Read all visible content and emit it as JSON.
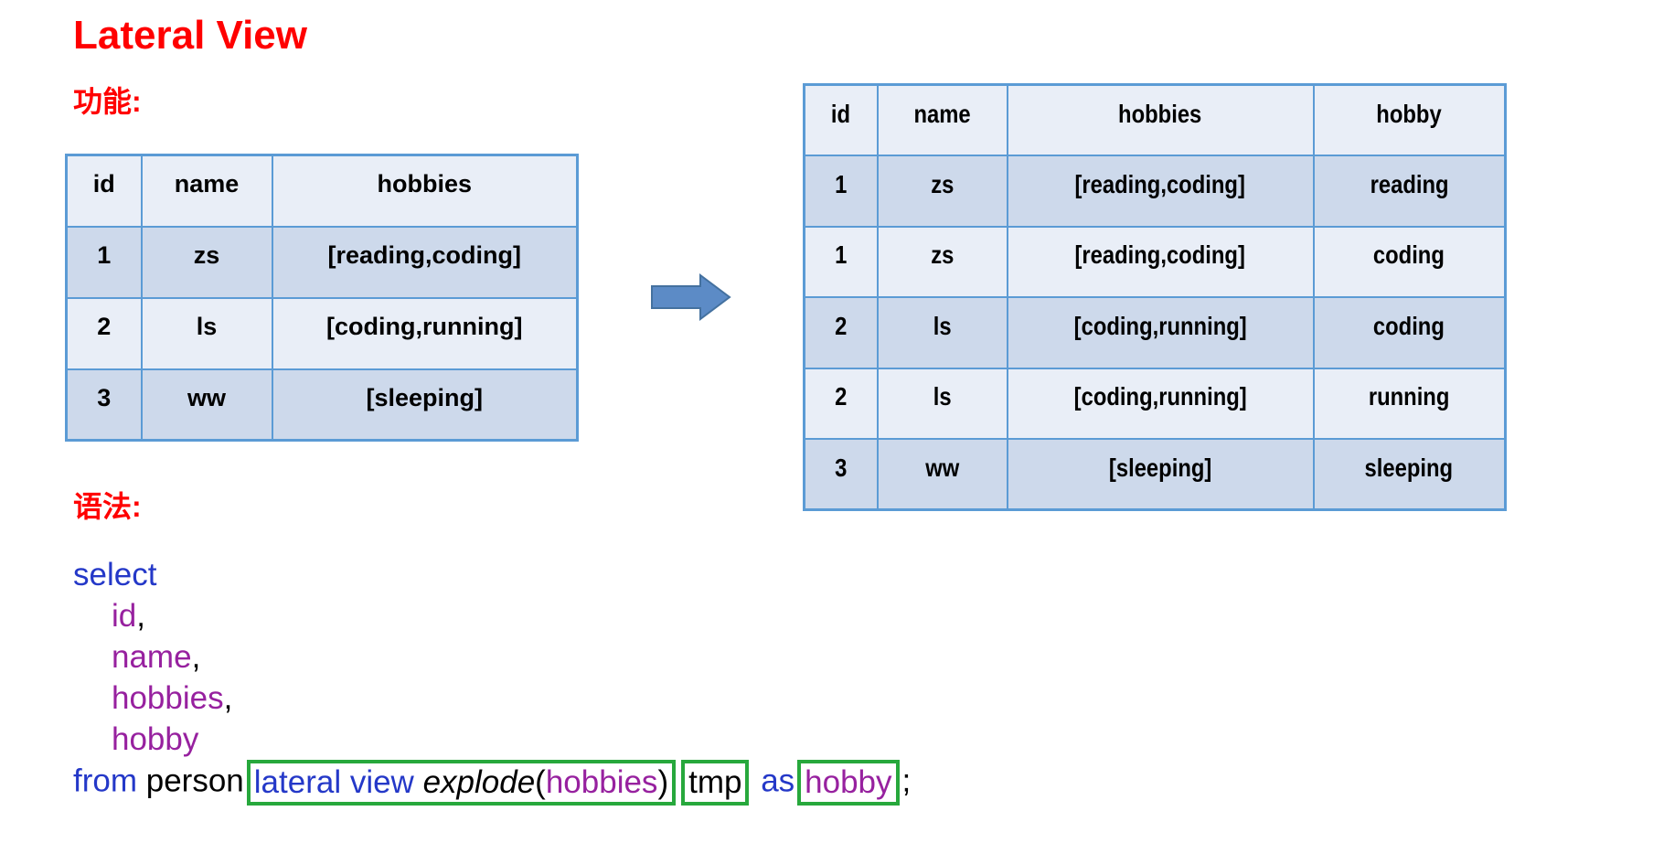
{
  "page": {
    "title": "Lateral View",
    "function_label": "功能:",
    "syntax_label": "语法:"
  },
  "colors": {
    "accent_red": "#FF0000",
    "table_border": "#5B9BD5",
    "row_light": "#E9EEF7",
    "row_dark": "#CDD9EB",
    "code_keyword_blue": "#2438C8",
    "code_identifier_purple": "#97219F",
    "highlight_green": "#27A83C",
    "arrow_fill": "#5C8BC6",
    "arrow_stroke": "#44719F"
  },
  "icons": {
    "arrow": "right-arrow"
  },
  "left_table": {
    "headers": [
      "id",
      "name",
      "hobbies"
    ],
    "rows": [
      [
        "1",
        "zs",
        "[reading,coding]"
      ],
      [
        "2",
        "ls",
        "[coding,running]"
      ],
      [
        "3",
        "ww",
        "[sleeping]"
      ]
    ]
  },
  "right_table": {
    "headers": [
      "id",
      "name",
      "hobbies",
      "hobby"
    ],
    "rows": [
      [
        "1",
        "zs",
        "[reading,coding]",
        "reading"
      ],
      [
        "1",
        "zs",
        "[reading,coding]",
        "coding"
      ],
      [
        "2",
        "ls",
        "[coding,running]",
        "coding"
      ],
      [
        "2",
        "ls",
        "[coding,running]",
        "running"
      ],
      [
        "3",
        "ww",
        "[sleeping]",
        "sleeping"
      ]
    ]
  },
  "code": {
    "lines": [
      {
        "indent": false,
        "tokens": [
          {
            "t": "select",
            "c": "kw"
          }
        ]
      },
      {
        "indent": true,
        "tokens": [
          {
            "t": "id",
            "c": "col"
          },
          {
            "t": ",",
            "c": "p"
          }
        ]
      },
      {
        "indent": true,
        "tokens": [
          {
            "t": "name",
            "c": "col"
          },
          {
            "t": ",",
            "c": "p"
          }
        ]
      },
      {
        "indent": true,
        "tokens": [
          {
            "t": "hobbies",
            "c": "col"
          },
          {
            "t": ",",
            "c": "p"
          }
        ]
      },
      {
        "indent": true,
        "tokens": [
          {
            "t": "hobby",
            "c": "col"
          }
        ]
      },
      {
        "indent": false,
        "tokens": [
          {
            "t": "from ",
            "c": "kw"
          },
          {
            "t": "person",
            "c": "p"
          },
          {
            "box": [
              {
                "t": "lateral view ",
                "c": "kw"
              },
              {
                "t": "explode",
                "c": "fn"
              },
              {
                "t": "(",
                "c": "p"
              },
              {
                "t": "hobbies",
                "c": "col"
              },
              {
                "t": ")",
                "c": "p"
              }
            ]
          },
          {
            "box": [
              {
                "t": "tmp",
                "c": "p"
              }
            ]
          },
          {
            "t": " ",
            "c": "p"
          },
          {
            "t": "as",
            "c": "kw"
          },
          {
            "box": [
              {
                "t": "hobby",
                "c": "col"
              }
            ]
          },
          {
            "t": ";",
            "c": "p"
          }
        ]
      }
    ]
  }
}
